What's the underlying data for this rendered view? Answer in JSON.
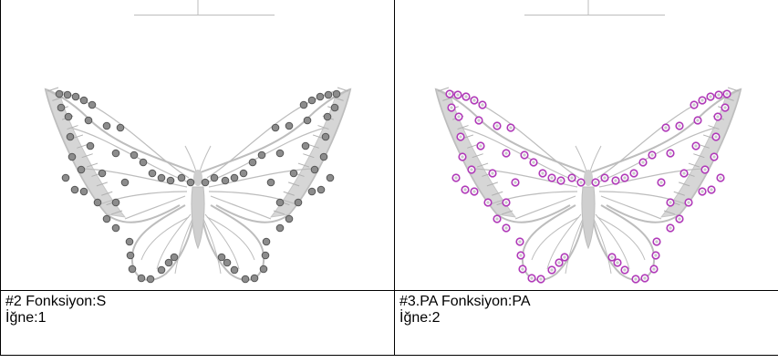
{
  "panels": [
    {
      "id": "panel-2",
      "line1": "#2 Fonksiyon:S",
      "line2": "İğne:1",
      "bead_fill": "#8c8c8c",
      "bead_stroke": "#555555",
      "ring": "none"
    },
    {
      "id": "panel-3",
      "line1": "#3.PA Fonksiyon:PA",
      "line2": "İğne:2",
      "bead_fill": "#c8c8c8",
      "bead_stroke": "#b03ab8",
      "ring": "magenta"
    }
  ],
  "colors": {
    "grid_line": "#000000",
    "design_line": "#bdbdbd",
    "design_fill": "#cfcfcf",
    "magenta": "#b03ab8"
  }
}
